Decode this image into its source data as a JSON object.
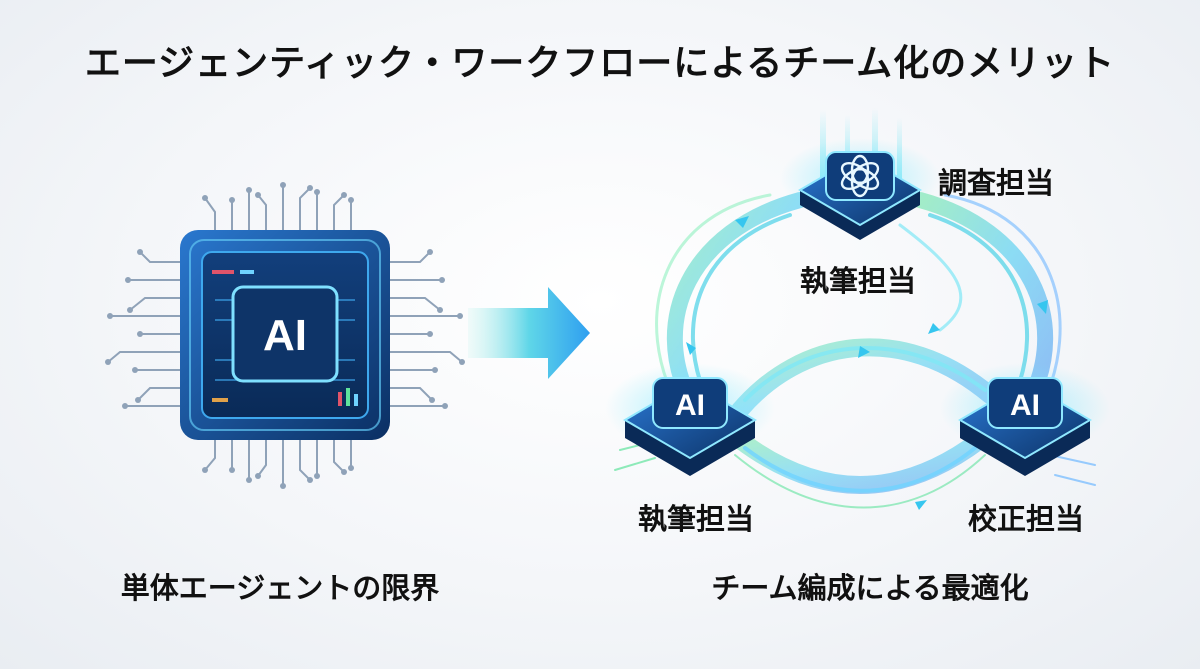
{
  "title": "エージェンティック・ワークフローによるチーム化のメリット",
  "left": {
    "chip_label": "AI",
    "caption": "単体エージェントの限界"
  },
  "right": {
    "caption": "チーム編成による最適化",
    "nodes": {
      "top": {
        "icon": "openai-logo-icon",
        "role": "調査担当"
      },
      "left": {
        "chip_label": "AI",
        "role": "執筆担当"
      },
      "right": {
        "chip_label": "AI",
        "role": "校正担当"
      }
    },
    "inner_label": "執筆担当"
  },
  "colors": {
    "chip_dark": "#0d3a73",
    "chip_mid": "#1e66b8",
    "accent_cyan": "#36c6ef",
    "accent_green": "#5fe39d",
    "trace": "#8fa2b8"
  }
}
